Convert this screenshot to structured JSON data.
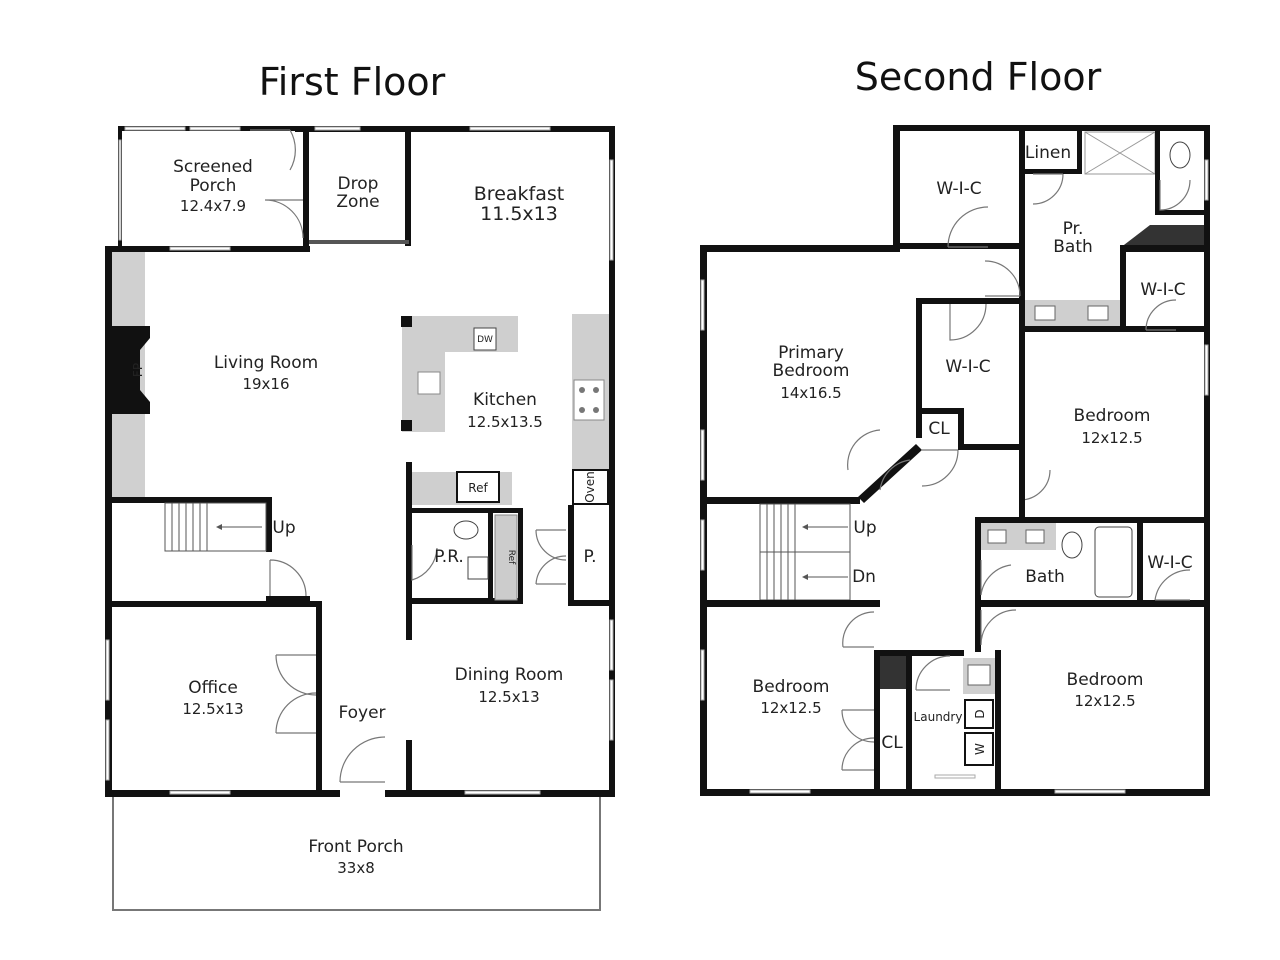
{
  "floors": {
    "first": {
      "title": "First Floor",
      "rooms": {
        "screened_porch": {
          "name1": "Screened",
          "name2": "Porch",
          "size": "12.4x7.9"
        },
        "drop_zone": {
          "name1": "Drop",
          "name2": "Zone"
        },
        "breakfast": {
          "name": "Breakfast",
          "size": "11.5x13"
        },
        "living_room": {
          "name": "Living Room",
          "size": "19x16"
        },
        "kitchen": {
          "name": "Kitchen",
          "size": "12.5x13.5"
        },
        "powder_room": {
          "name": "P.R."
        },
        "pantry": {
          "name": "P."
        },
        "office": {
          "name": "Office",
          "size": "12.5x13"
        },
        "foyer": {
          "name": "Foyer"
        },
        "dining_room": {
          "name": "Dining Room",
          "size": "12.5x13"
        },
        "front_porch": {
          "name": "Front Porch",
          "size": "33x8"
        }
      },
      "fixtures": {
        "fireplace": "FP",
        "dishwasher": "DW",
        "refrigerator": "Ref",
        "refrigerator2": "Ref",
        "oven": "Oven",
        "stairs_up": "Up"
      }
    },
    "second": {
      "title": "Second Floor",
      "rooms": {
        "wic_top": {
          "name": "W-I-C"
        },
        "linen": {
          "name": "Linen"
        },
        "primary_bath": {
          "name1": "Pr.",
          "name2": "Bath"
        },
        "wic_right_top": {
          "name": "W-I-C"
        },
        "primary_bedroom": {
          "name1": "Primary",
          "name2": "Bedroom",
          "size": "14x16.5"
        },
        "wic_mid": {
          "name": "W-I-C"
        },
        "closet_mid": {
          "name": "CL"
        },
        "bedroom_right": {
          "name": "Bedroom",
          "size": "12x12.5"
        },
        "bath": {
          "name": "Bath"
        },
        "wic_right_bottom": {
          "name": "W-I-C"
        },
        "bedroom_left": {
          "name": "Bedroom",
          "size": "12x12.5"
        },
        "closet_bottom": {
          "name": "CL"
        },
        "laundry": {
          "name": "Laundry"
        },
        "bedroom_bottom_right": {
          "name": "Bedroom",
          "size": "12x12.5"
        }
      },
      "fixtures": {
        "stairs_up": "Up",
        "stairs_down": "Dn",
        "dryer": "D",
        "washer": "W"
      }
    }
  }
}
